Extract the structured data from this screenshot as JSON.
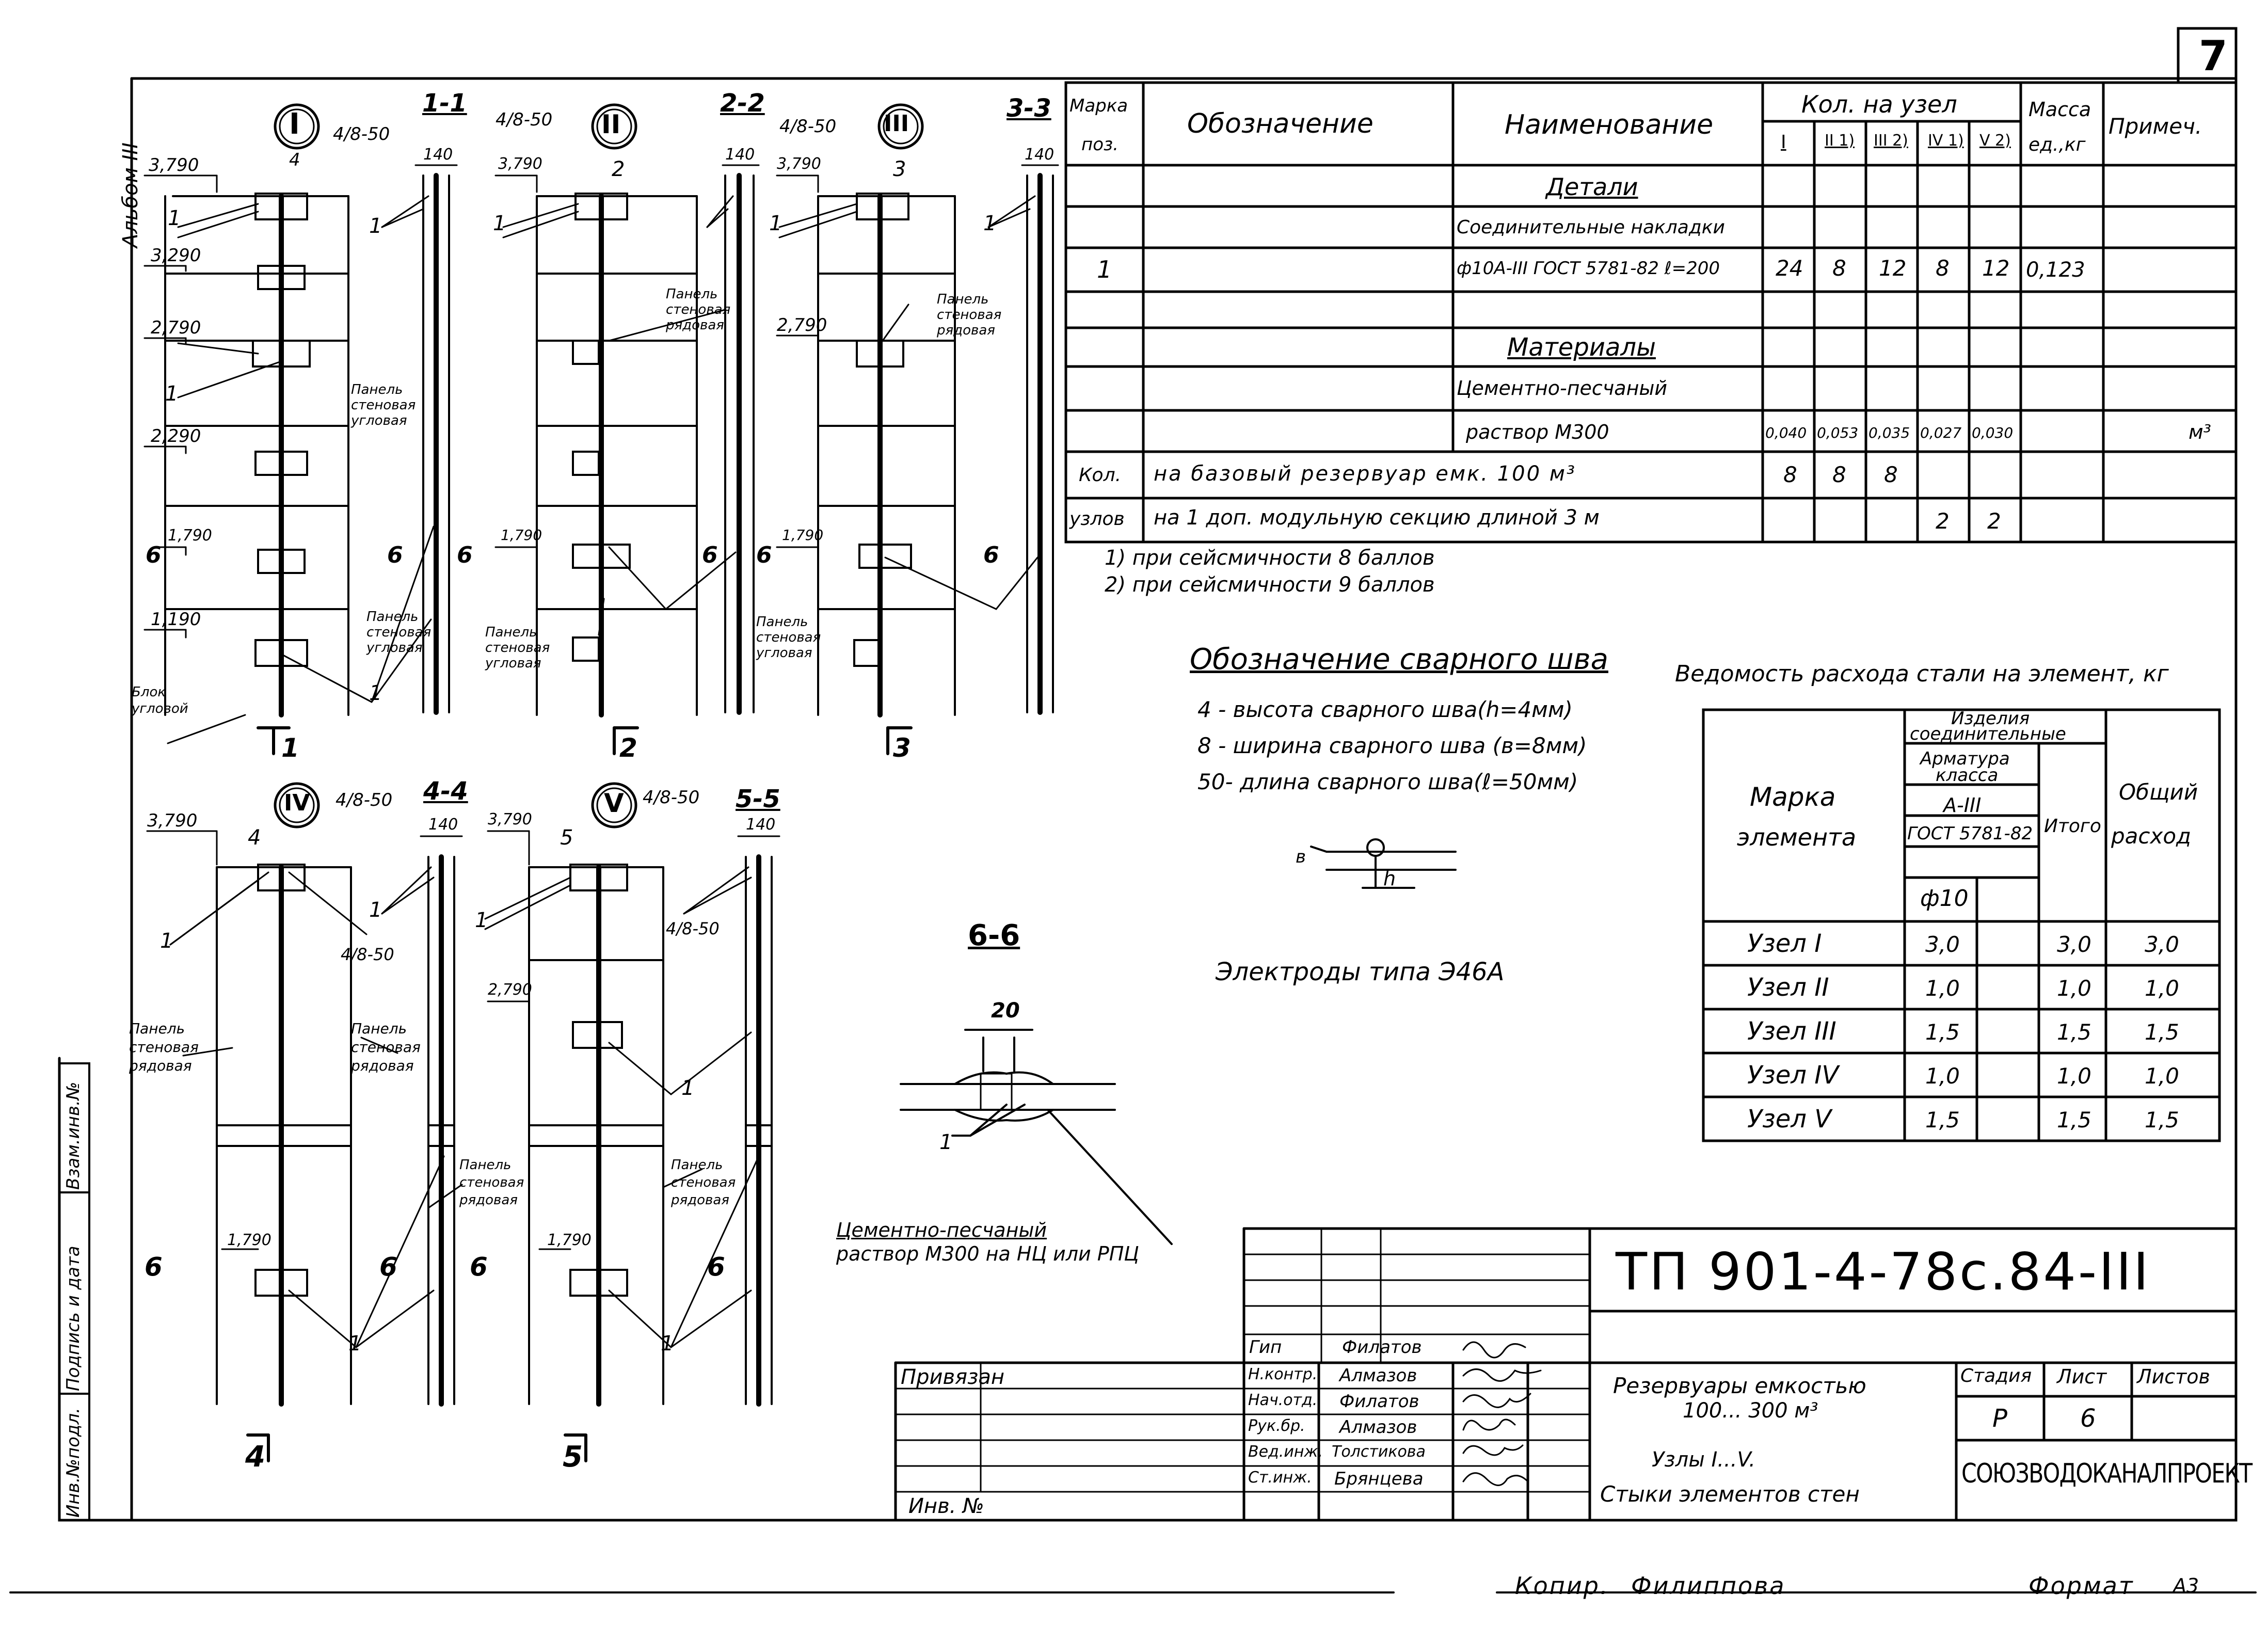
{
  "sheet_number": "7",
  "side": {
    "album": "Альбом III",
    "inv_podl": "Инв.№подл.",
    "sign_date": "Подпись и дата",
    "vzam_inv": "Взам.инв.№"
  },
  "node_titles": [
    "I",
    "II",
    "III",
    "IV",
    "V"
  ],
  "section_titles": [
    "1-1",
    "2-2",
    "3-3",
    "4-4",
    "5-5",
    "6-6"
  ],
  "drawing": {
    "elev_3790": "3,790",
    "elev_3290": "3,290",
    "elev_2790": "2,790",
    "elev_2290": "2,290",
    "elev_1790": "1,790",
    "elev_1190": "1,190",
    "weld_mark": "4/8-50",
    "dim_140": "140",
    "dim_4": "4",
    "dim_2": "2",
    "dim_3": "3",
    "dim_5": "5",
    "dim_20": "20",
    "callout_1": "1",
    "cut_6": "6",
    "cut_1": "1",
    "cut_2": "2",
    "cut_3": "3",
    "cut_4": "4",
    "cut_5": "5",
    "panel_corner": [
      "Панель",
      "стеновая",
      "угловая"
    ],
    "panel_row": [
      "Панель",
      "стеновая",
      "рядовая"
    ],
    "block_corner": [
      "Блок",
      "угловой"
    ],
    "mortar_note": [
      "Цементно-песчаный",
      "раствор М300 на НЦ или РПЦ"
    ]
  },
  "spec_table": {
    "headers": {
      "marka": "Марка",
      "pos": "поз.",
      "oboznachenie": "Обозначение",
      "naimenovanie": "Наименование",
      "kol": "Кол. на узел",
      "cols": [
        "I",
        "II 1)",
        "III 2)",
        "IV 1)",
        "V 2)"
      ],
      "massa": "Масса",
      "ed_kg": "ед.,кг",
      "primech": "Примеч."
    },
    "section_details": "Детали",
    "row1_name": "Соединительные накладки",
    "row1_pos": "1",
    "row1_spec": "ф10А-III ГОСТ 5781-82 ℓ=200",
    "row1_qty": [
      "24",
      "8",
      "12",
      "8",
      "12"
    ],
    "row1_mass": "0,123",
    "section_materials": "Материалы",
    "mat_name_1": "Цементно-песчаный",
    "mat_name_2": "раствор М300",
    "mat_qty": [
      "0,040",
      "0,053",
      "0,035",
      "0,027",
      "0,030"
    ],
    "mat_unit": "м³",
    "kol_label": "Кол.",
    "uzlov_label": "узлов",
    "base_text": "на базовый резервуар емк. 100 м³",
    "base_qty": [
      "8",
      "8",
      "8"
    ],
    "extra_text": "на 1 доп. модульную секцию длиной 3 м",
    "extra_qty": [
      "2",
      "2"
    ]
  },
  "footnotes": [
    "1) при сейсмичности 8 баллов",
    "2) при сейсмичности 9 баллов"
  ],
  "weld_legend": {
    "title": "Обозначение сварного шва",
    "items": [
      "4 - высота сварного шва(h=4мм)",
      "8 - ширина сварного шва (в=8мм)",
      "50- длина сварного шва(ℓ=50мм)"
    ],
    "electrodes": "Электроды типа Э46А",
    "sym_b": "в",
    "sym_h": "h"
  },
  "steel_table": {
    "title": "Ведомость расхода стали на элемент, кг",
    "h_marka": "Марка",
    "h_element": "элемента",
    "h_izdelia": "Изделия",
    "h_soedinit": "соединительные",
    "h_armatura": "Арматура",
    "h_klassa": "класса",
    "h_a3": "А-III",
    "h_gost": "ГОСТ 5781-82",
    "h_phi": "ф10",
    "h_itogo": "Итого",
    "h_obsh": "Общий",
    "h_rashod": "расход",
    "rows": [
      {
        "name": "Узел I",
        "v": "3,0",
        "itogo": "3,0",
        "total": "3,0"
      },
      {
        "name": "Узел II",
        "v": "1,0",
        "itogo": "1,0",
        "total": "1,0"
      },
      {
        "name": "Узел III",
        "v": "1,5",
        "itogo": "1,5",
        "total": "1,5"
      },
      {
        "name": "Узел IV",
        "v": "1,0",
        "itogo": "1,0",
        "total": "1,0"
      },
      {
        "name": "Узел V",
        "v": "1,5",
        "itogo": "1,5",
        "total": "1,5"
      }
    ]
  },
  "title_block": {
    "code": "ТП 901-4-78с.84-III",
    "privyazan": "Привязан",
    "inv_no": "Инв. №",
    "roles": [
      "Гип",
      "Н.контр.",
      "Нач.отд.",
      "Рук.бр.",
      "Вед.инж.",
      "Ст.инж."
    ],
    "names": [
      "Филатов",
      "Алмазов",
      "Филатов",
      "Алмазов",
      "Толстикова",
      "Брянцева"
    ],
    "project_1": "Резервуары емкостью",
    "project_2": "100... 300 м³",
    "sheet_1": "Узлы I...V.",
    "sheet_2": "Стыки элементов стен",
    "stadia_h": "Стадия",
    "list_h": "Лист",
    "listov_h": "Листов",
    "stadia": "Р",
    "list": "6",
    "org": "СОЮЗВОДОКАНАЛПРОЕКТ"
  },
  "bottom": {
    "kopir": "Копир.",
    "kopir_name": "Филиппова",
    "format": "Формат",
    "format_val": "А3"
  }
}
